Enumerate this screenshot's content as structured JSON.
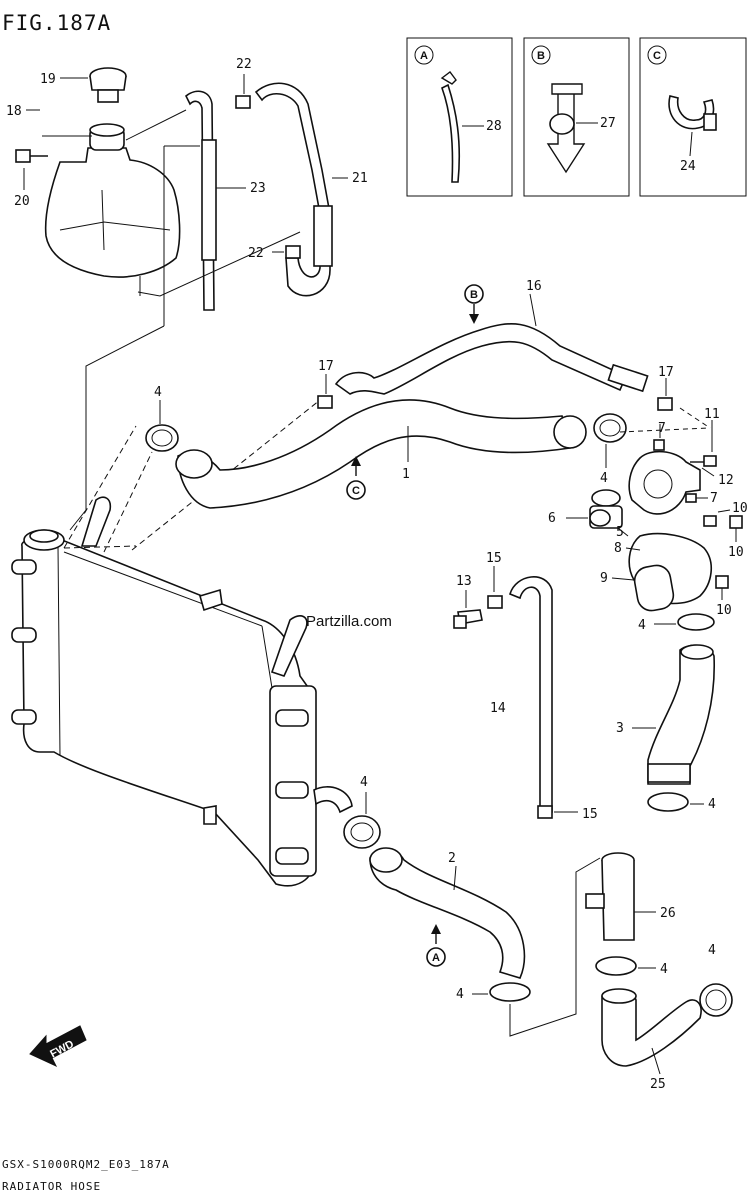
{
  "figure": {
    "title": "FIG.187A"
  },
  "footer": {
    "code": "GSX-S1000RQM2_E03_187A",
    "name": "RADIATOR HOSE"
  },
  "watermark": "Partzilla.com",
  "fwd_label": "FWD",
  "insets": {
    "A": {
      "mark": "A",
      "part": "28"
    },
    "B": {
      "mark": "B",
      "part": "27"
    },
    "C": {
      "mark": "C",
      "part": "24"
    }
  },
  "markers": {
    "a": "A",
    "b": "B",
    "c": "C"
  },
  "callouts": {
    "p19": "19",
    "p18": "18",
    "p20": "20",
    "p22a": "22",
    "p22b": "22",
    "p23": "23",
    "p21": "21",
    "p16": "16",
    "p17a": "17",
    "p17b": "17",
    "p4a": "4",
    "p1": "1",
    "p4b": "4",
    "p11": "11",
    "p7a": "7",
    "p12": "12",
    "p7b": "7",
    "p10a": "10",
    "p6": "6",
    "p5": "5",
    "p8": "8",
    "p10b": "10",
    "p9": "9",
    "p10c": "10",
    "p15a": "15",
    "p13": "13",
    "p4c": "4",
    "p14": "14",
    "p3": "3",
    "p4d": "4",
    "p15b": "15",
    "p4e": "4",
    "p2": "2",
    "p26": "26",
    "p4f": "4",
    "p4g": "4",
    "p4h": "4",
    "p25": "25"
  }
}
